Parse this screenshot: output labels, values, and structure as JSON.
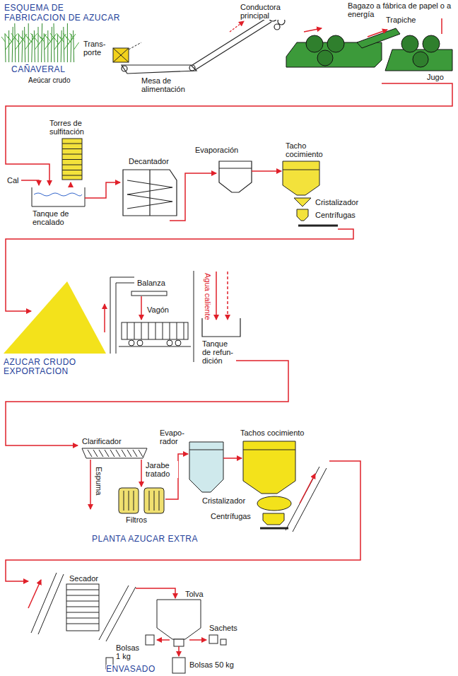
{
  "diagram": {
    "title": "ESQUEMA DE FABRICACION DE AZUCAR",
    "labels": [
      "CAÑAVERAL",
      "Aeúcar crudo",
      "Trans- porte",
      "Mesa de alimentación",
      "Conductora principal",
      "Bagazo a fábrica de papel o a energía",
      "Trapiche",
      "Jugo",
      "Torres de sulfitación",
      "Cal",
      "Tanque de encalado",
      "Decantador",
      "Evaporación",
      "Tacho cocimiento",
      "Cristalizador",
      "Centrífugas",
      "Balanza",
      "Vagón",
      "AZUCAR CRUDO EXPORTACION",
      "Agua caliente",
      "Tanque de refun- dición",
      "Clarificador",
      "Jarabe tratado",
      "Espuma",
      "Filtros",
      "Evapo- rador",
      "Tachos cocimiento",
      "Cristalizador",
      "Centrífugas",
      "PLANTA AZUCAR EXTRA",
      "Secador",
      "Tolva",
      "Bolsas 1 kg",
      "Sachets",
      "Bolsas 50 kg",
      "ENVASADO"
    ]
  }
}
